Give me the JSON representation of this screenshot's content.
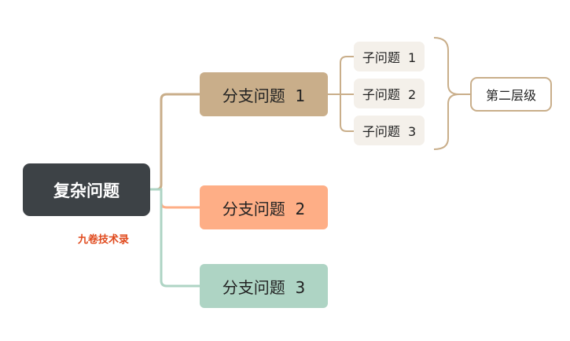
{
  "root": {
    "label": "复杂问题"
  },
  "branches": [
    {
      "label": "分支问题  1",
      "color": "#c9ae8a"
    },
    {
      "label": "分支问题  2",
      "color": "#feae86"
    },
    {
      "label": "分支问题  3",
      "color": "#aed4c4"
    }
  ],
  "subtopics": [
    {
      "label": "子问题  1"
    },
    {
      "label": "子问题  2"
    },
    {
      "label": "子问题  3"
    }
  ],
  "summary": {
    "label": "第二层级"
  },
  "watermark": {
    "text": "九卷技术录"
  },
  "colors": {
    "root_bg": "#3d4246",
    "sub_bg": "#f4f0ea",
    "watermark": "#e0491c"
  }
}
